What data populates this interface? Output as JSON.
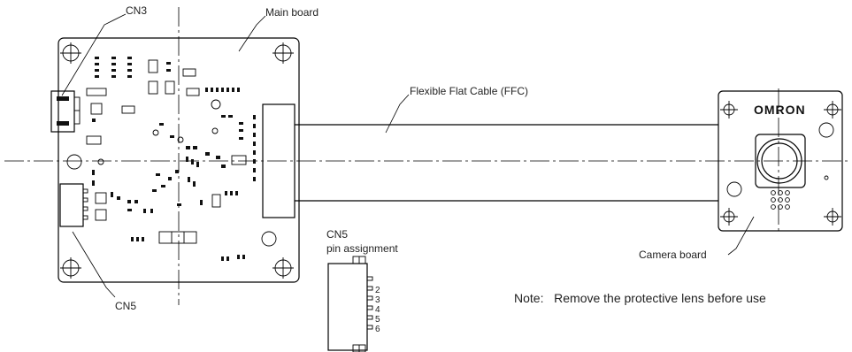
{
  "labels": {
    "cn3": "CN3",
    "main_board": "Main board",
    "ffc": "Flexible Flat Cable (FFC)",
    "cn5": "CN5",
    "cn5_title_line1": "CN5",
    "cn5_title_line2": "pin assignment",
    "camera_board": "Camera board",
    "note": "Note:   Remove the protective lens before use",
    "logo": "OMRON"
  },
  "pins": [
    "2",
    "3",
    "4",
    "5",
    "6"
  ]
}
